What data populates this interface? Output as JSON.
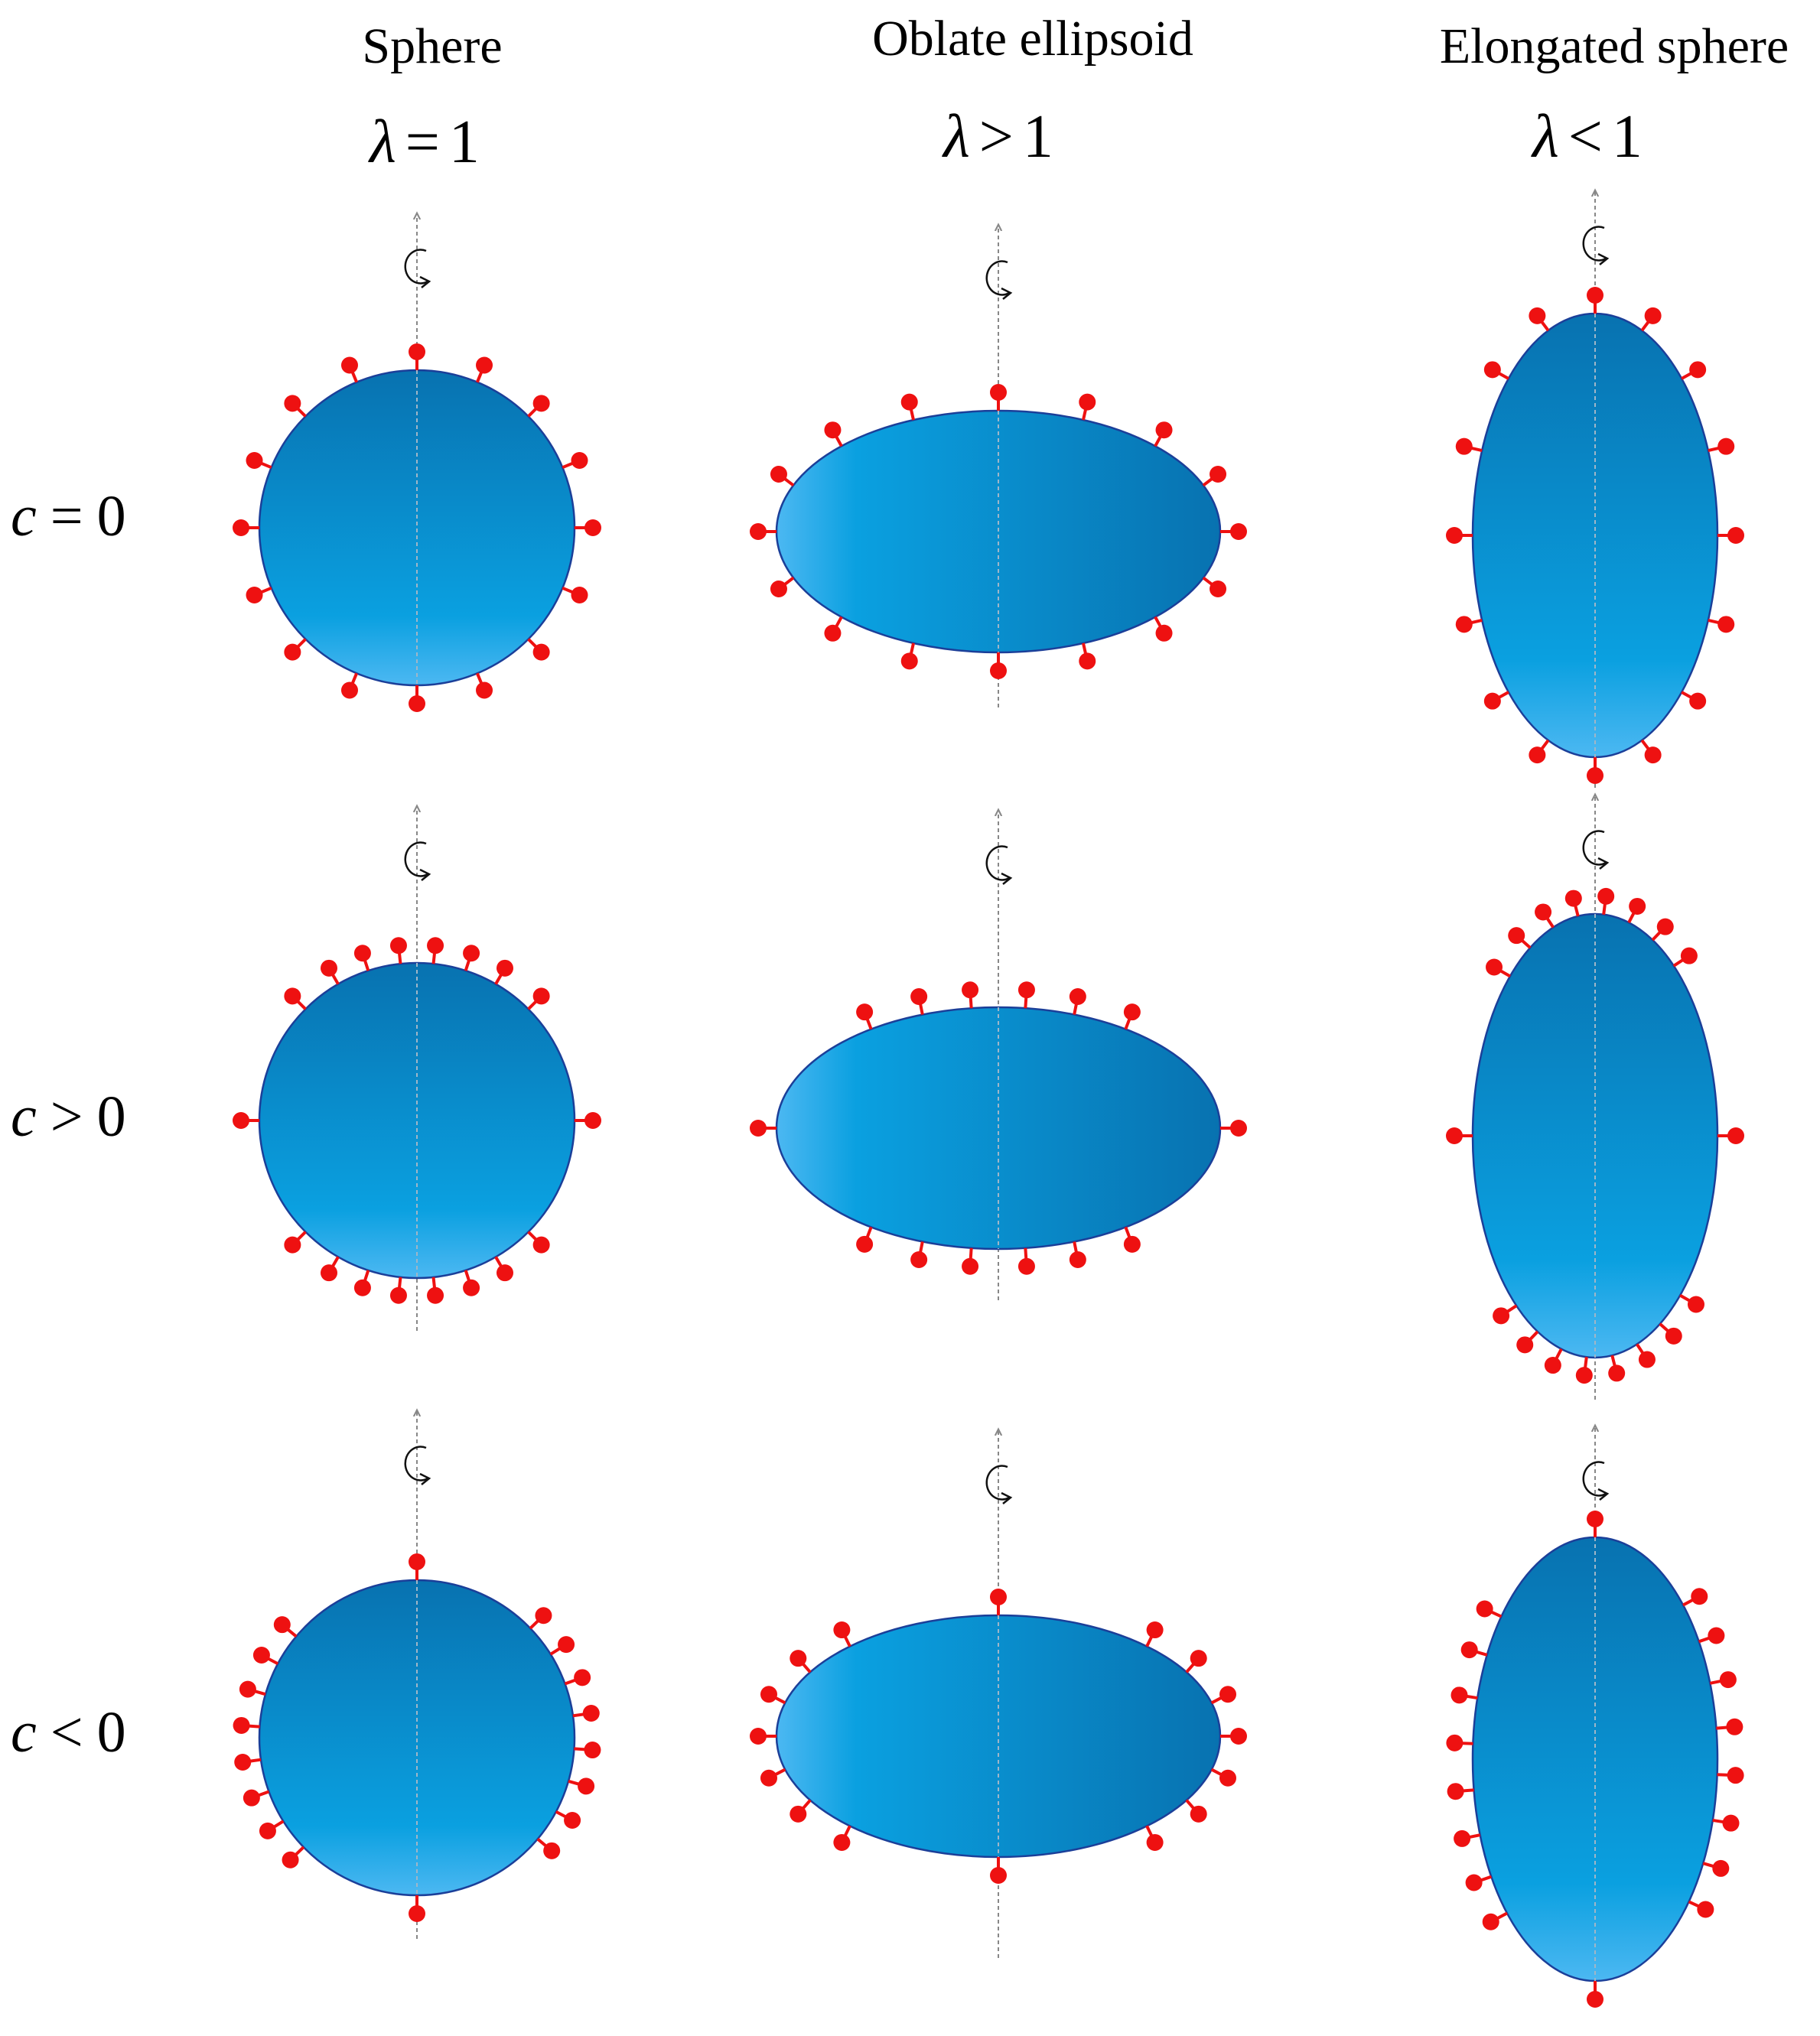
{
  "columns": [
    {
      "title": "Sphere",
      "lambda_sym": "λ",
      "lambda_rel": "=",
      "lambda_val": "1"
    },
    {
      "title": "Oblate ellipsoid",
      "lambda_sym": "λ",
      "lambda_rel": ">",
      "lambda_val": "1"
    },
    {
      "title": "Elongated sphere",
      "lambda_sym": "λ",
      "lambda_rel": "<",
      "lambda_val": "1"
    }
  ],
  "rows": [
    {
      "sym": "c",
      "rel": "=",
      "val": "0"
    },
    {
      "sym": "c",
      "rel": ">",
      "val": "0"
    },
    {
      "sym": "c",
      "rel": "<",
      "val": "0"
    }
  ],
  "colors": {
    "particle_dark": "#0872b0",
    "particle_mid": "#0aa0e0",
    "particle_light": "#4cb8f2",
    "outline": "#1b3f99",
    "ligand": "#ee1111",
    "axis": "#888888",
    "rotation_arrow": "#111111"
  },
  "icons": {
    "rotation": "rotation-arrow-icon",
    "axis": "axis-arrow-icon"
  }
}
